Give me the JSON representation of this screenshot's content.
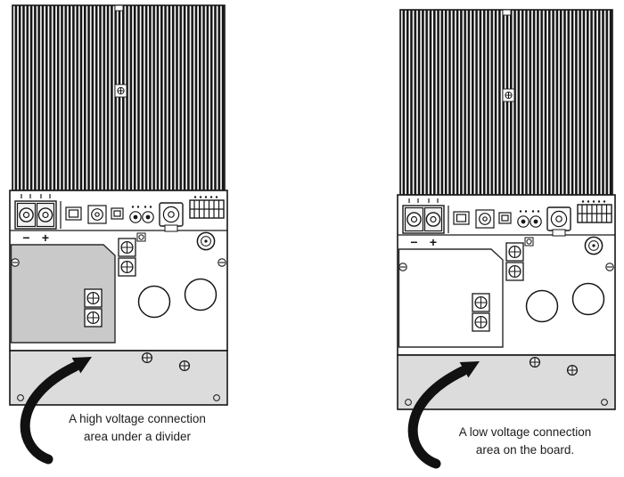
{
  "page": {
    "background": "#ffffff"
  },
  "colors": {
    "line": "#161616",
    "bottom_cover": "#dcdcdc",
    "divider_gray": "#c9c9c9"
  },
  "labels": {
    "terminal_minus": "−",
    "terminal_plus": "+"
  },
  "panels": [
    {
      "id": "high-voltage-panel",
      "caption_line1": "A high voltage connection",
      "caption_line2": "area under a divider",
      "connection_area_fill": "#c9c9c9"
    },
    {
      "id": "low-voltage-panel",
      "caption_line1": "A low voltage connection",
      "caption_line2": "area on the board.",
      "connection_area_fill": "#ffffff"
    }
  ]
}
